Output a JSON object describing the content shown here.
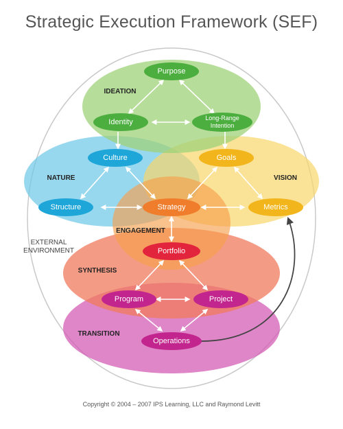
{
  "title": "Strategic Execution Framework (SEF)",
  "copyright": "Copyright © 2004 – 2007 IPS Learning, LLC and Raymond Levitt",
  "external_environment": [
    "EXTERNAL",
    "ENVIRONMENT"
  ],
  "regions": {
    "ideation": "IDEATION",
    "nature": "NATURE",
    "vision": "VISION",
    "engagement": "ENGAGEMENT",
    "synthesis": "SYNTHESIS",
    "transition": "TRANSITION"
  },
  "nodes": {
    "purpose": "Purpose",
    "identity": "Identity",
    "long_range_intention": [
      "Long-Range",
      "Intention"
    ],
    "culture": "Culture",
    "goals": "Goals",
    "structure": "Structure",
    "strategy": "Strategy",
    "metrics": "Metrics",
    "portfolio": "Portfolio",
    "program": "Program",
    "project": "Project",
    "operations": "Operations"
  },
  "colors": {
    "ideation": "#9fd27a",
    "nature": "#6cc7e8",
    "vision": "#f8d56a",
    "engagement": "#f6a04d",
    "synthesis": "#f07a5c",
    "transition": "#d45db6",
    "green_node": "#4cae3e",
    "blue_node": "#1fa6d9",
    "yellow_node": "#f2b51b",
    "orange_node": "#ef7d2b",
    "red_node": "#e2253c",
    "magenta_node": "#c2268e"
  }
}
